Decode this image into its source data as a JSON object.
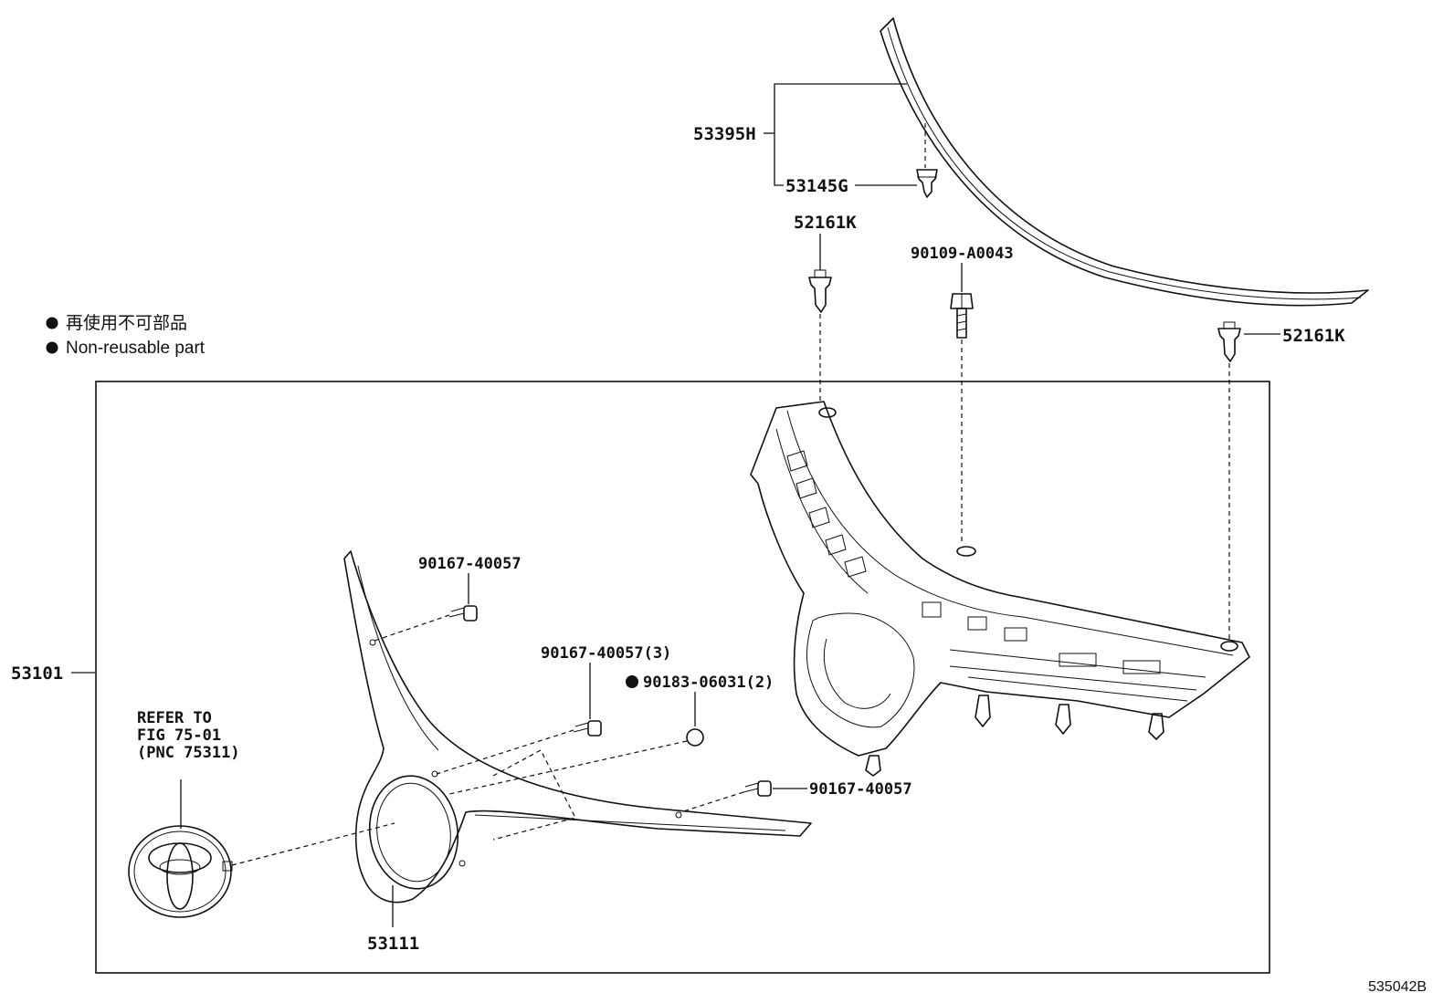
{
  "legend": {
    "jp": "再使用不可部品",
    "en": "Non-reusable part"
  },
  "labels": {
    "p53395H": "53395H",
    "p53145G": "53145G",
    "p52161K_top": "52161K",
    "p90109": "90109-A0043",
    "p52161K_right": "52161K",
    "p53101": "53101",
    "p90167_a": "90167-40057",
    "p90167_b": "90167-40057(3)",
    "p90183": "90183-06031(2)",
    "p90167_c": "90167-40057",
    "p53111": "53111",
    "refer1": "REFER TO",
    "refer2": "FIG 75-01",
    "refer3": "(PNC 75311)"
  },
  "figure_code": "535042B"
}
